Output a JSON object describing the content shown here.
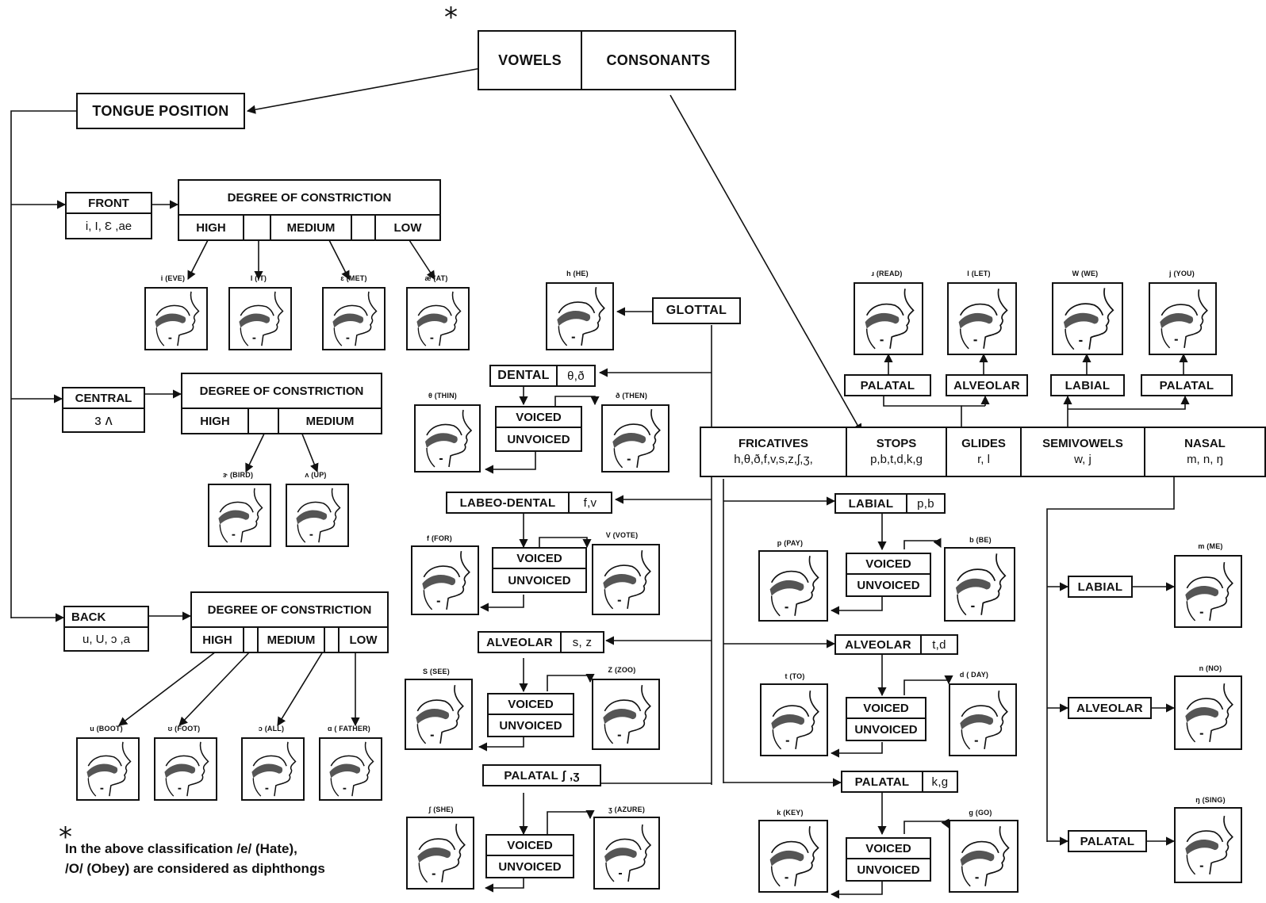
{
  "top": {
    "vowels": "VOWELS",
    "consonants": "CONSONANTS",
    "star": "*"
  },
  "tongue_position": "TONGUE POSITION",
  "front": {
    "label": "FRONT",
    "symbols": "i, I, Ɛ ,ae",
    "doc": "DEGREE OF CONSTRICTION",
    "high": "HIGH",
    "medium": "MEDIUM",
    "low": "LOW"
  },
  "central": {
    "label": "CENTRAL",
    "symbols": "ɜ  ʌ",
    "doc": "DEGREE OF CONSTRICTION",
    "high": "HIGH",
    "medium": "MEDIUM"
  },
  "back": {
    "label": "BACK",
    "symbols": "u, U, ɔ ,a",
    "doc": "DEGREE OF CONSTRICTION",
    "high": "HIGH",
    "medium": "MEDIUM",
    "low": "LOW"
  },
  "vowel_pics": {
    "i_eve": "i (EVE)",
    "i_it": "I (IT)",
    "e_met": "ɛ (MET)",
    "ae_at": "æ (AT)",
    "er_bird": "ɝ (BIRD)",
    "uh_up": "ʌ (UP)",
    "u_boot": "u (BOOT)",
    "u_foot": "ʊ (FOOT)",
    "o_all": "ɔ (ALL)",
    "a_father": "ɑ ( FATHER)"
  },
  "categories": {
    "fricatives": "FRICATIVES",
    "fricatives_sym": "h,θ,ð,f,v,s,z,ʃ,ʒ,",
    "stops": "STOPS",
    "stops_sym": "p,b,t,d,k,g",
    "glides": "GLIDES",
    "glides_sym": "r, l",
    "semivowels": "SEMIVOWELS",
    "semivowels_sym": "w, j",
    "nasal": "NASAL",
    "nasal_sym": "m, n, ŋ"
  },
  "fricative_places": {
    "glottal": "GLOTTAL",
    "dental": "DENTAL",
    "dental_sym": "θ,ð",
    "labeodental": "LABEO-DENTAL",
    "labeodental_sym": "f,v",
    "alveolar": "ALVEOLAR",
    "alveolar_sym": "s, z",
    "palatal": "PALATAL ʃ ,ʒ"
  },
  "stop_places": {
    "labial": "LABIAL",
    "labial_sym": "p,b",
    "alveolar": "ALVEOLAR",
    "alveolar_sym": "t,d",
    "palatal": "PALATAL",
    "palatal_sym": "k,g"
  },
  "glide_places": {
    "palatal": "PALATAL",
    "alveolar": "ALVEOLAR",
    "labial": "LABIAL",
    "palatal2": "PALATAL"
  },
  "nasal_places": {
    "labial": "LABIAL",
    "alveolar": "ALVEOLAR",
    "palatal": "PALATAL"
  },
  "voicing": {
    "voiced": "VOICED",
    "unvoiced": "UNVOICED"
  },
  "consonant_pics": {
    "h_he": "h (HE)",
    "th_thin": "θ (THIN)",
    "dh_then": "ð (THEN)",
    "f_for": "f (FOR)",
    "v_vote": "V (VOTE)",
    "s_see": "S (SEE)",
    "z_zoo": "Z (ZOO)",
    "sh_she": "ʃ (SHE)",
    "zh_azure": "ʒ (AZURE)",
    "p_pay": "p (PAY)",
    "b_be": "b (BE)",
    "t_to": "t (TO)",
    "d_day": "d ( DAY)",
    "k_key": "k (KEY)",
    "g_go": "g (GO)",
    "r_read": "ɹ (READ)",
    "l_let": "l (LET)",
    "w_we": "W (WE)",
    "j_you": "j (YOU)",
    "m_me": "m (ME)",
    "n_no": "n (NO)",
    "ng_sing": "ŋ (SING)"
  },
  "footnote": {
    "star": "*",
    "line1": "In the above classification  /e/ (Hate),",
    "line2": "/O/ (Obey)  are considered as diphthongs"
  }
}
